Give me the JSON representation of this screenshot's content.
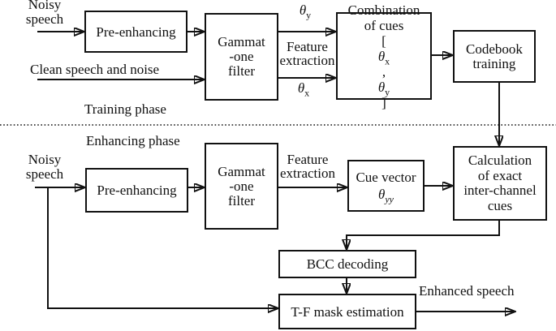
{
  "phase_labels": {
    "training": "Training phase",
    "enhancing": "Enhancing phase"
  },
  "io_labels": {
    "noisy_speech_top": [
      "Noisy",
      "speech"
    ],
    "clean_speech": "Clean speech and noise",
    "noisy_speech_bottom": [
      "Noisy",
      "speech"
    ],
    "enhanced_speech": "Enhanced speech"
  },
  "edge_labels": {
    "feature_extraction_top": [
      "Feature",
      "extraction"
    ],
    "feature_extraction_bottom": [
      "Feature",
      "extraction"
    ]
  },
  "math": {
    "theta": "θ",
    "sub_x": "x",
    "sub_y": "y",
    "sub_yy": "yy",
    "bracket_open": "[",
    "comma": " , ",
    "bracket_close": "]"
  },
  "boxes": {
    "pre_enhancing_top": "Pre-enhancing",
    "gammatone_top": [
      "Gammat",
      "-one",
      "filter"
    ],
    "combination": [
      "Combination",
      "of cues"
    ],
    "codebook": [
      "Codebook",
      "training"
    ],
    "pre_enhancing_bottom": "Pre-enhancing",
    "gammatone_bottom": [
      "Gammat",
      "-one",
      "filter"
    ],
    "cue_vector": "Cue vector",
    "calculation": [
      "Calculation",
      "of exact",
      "inter-channel",
      "cues"
    ],
    "bcc_decoding": "BCC decoding",
    "tf_mask": "T-F mask estimation"
  },
  "colors": {
    "ink": "#111111",
    "background": "#ffffff"
  }
}
